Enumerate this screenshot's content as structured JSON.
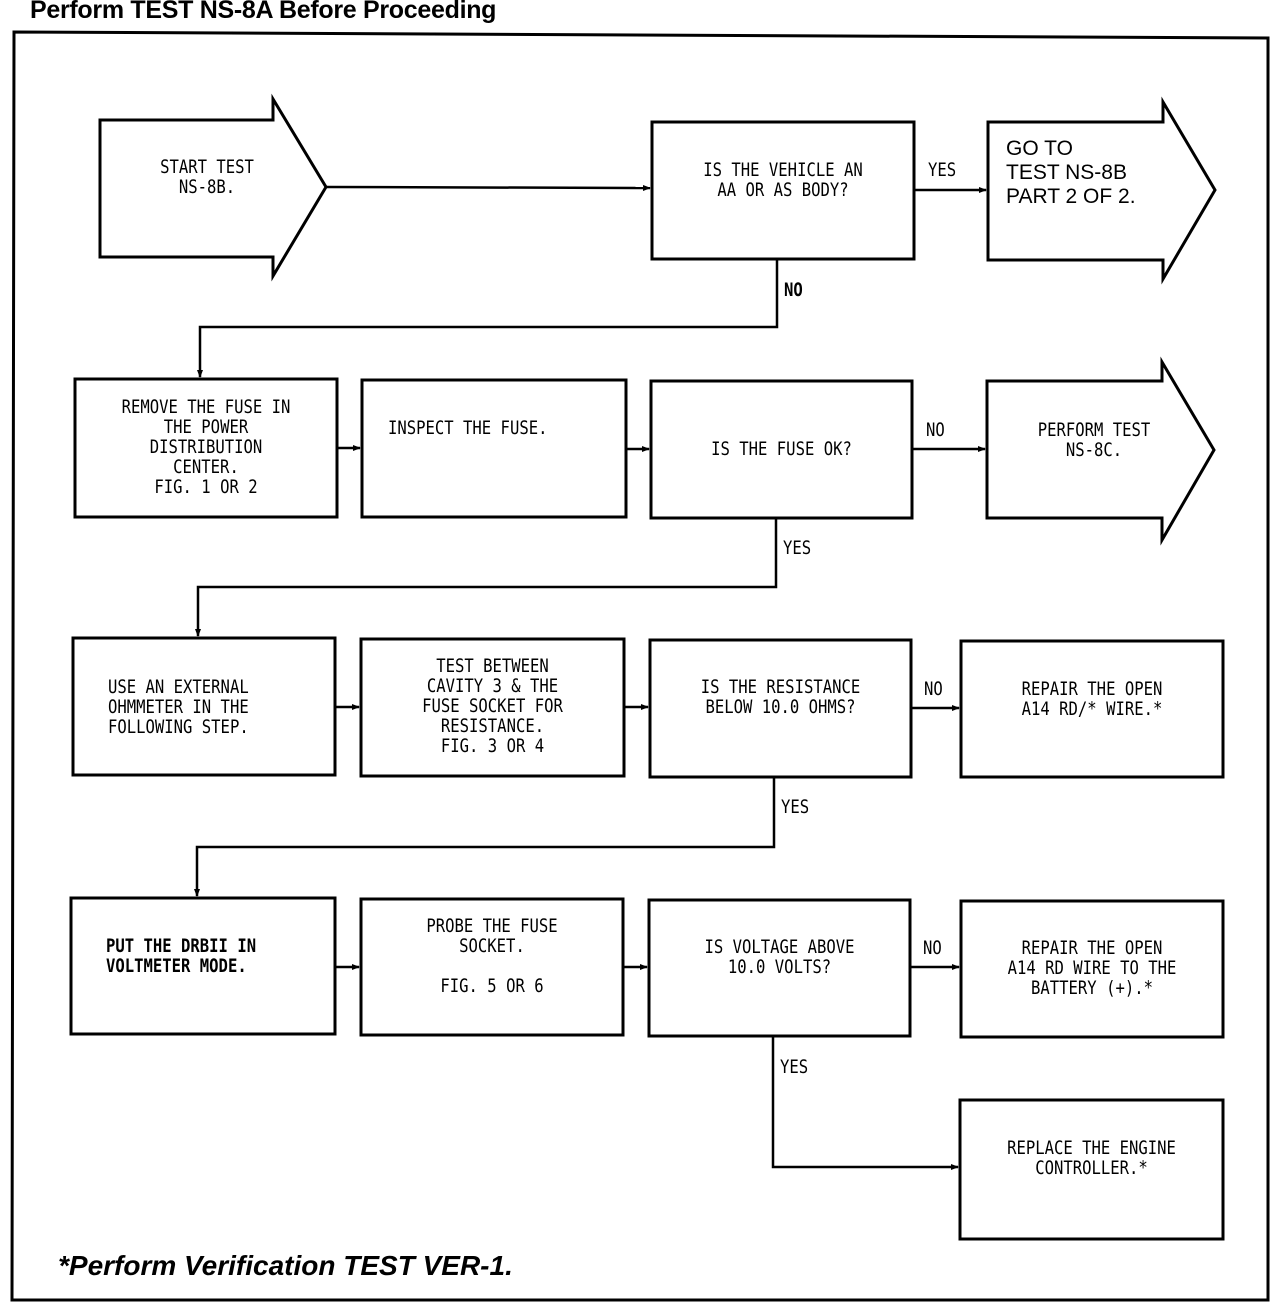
{
  "header": {
    "title": "Perform TEST NS-8A Before Proceeding"
  },
  "footer": {
    "note": "*Perform Verification TEST VER-1."
  },
  "nodes": {
    "start": {
      "type": "start-arrow",
      "text": "START TEST\nNS-8B."
    },
    "q_body": {
      "type": "decision",
      "text": "IS THE VEHICLE AN\nAA OR AS BODY?"
    },
    "goto_part2": {
      "type": "goto-arrow",
      "text": "GO TO\nTEST NS-8B\nPART 2 OF 2."
    },
    "remove_fuse": {
      "type": "action",
      "text": "REMOVE THE FUSE IN\nTHE POWER\nDISTRIBUTION\nCENTER.\nFIG. 1 OR 2"
    },
    "inspect_fuse": {
      "type": "action",
      "text": "INSPECT THE FUSE."
    },
    "q_fuse_ok": {
      "type": "decision",
      "text": "IS THE FUSE OK?"
    },
    "goto_ns8c": {
      "type": "goto-arrow",
      "text": "PERFORM TEST\nNS-8C."
    },
    "use_ohmmeter": {
      "type": "action",
      "text": "USE AN EXTERNAL\nOHMMETER IN THE\nFOLLOWING STEP."
    },
    "test_cavity": {
      "type": "action",
      "text": "TEST BETWEEN\nCAVITY 3 & THE\nFUSE SOCKET FOR\nRESISTANCE.\nFIG. 3 OR 4"
    },
    "q_resistance": {
      "type": "decision",
      "text": "IS THE RESISTANCE\nBELOW 10.0 OHMS?"
    },
    "repair_a14_rd": {
      "type": "terminal",
      "text": "REPAIR THE OPEN\nA14 RD/* WIRE.*"
    },
    "put_drbii": {
      "type": "action",
      "text": "PUT THE DRBII IN\nVOLTMETER MODE."
    },
    "probe_socket": {
      "type": "action",
      "text": "PROBE THE FUSE\nSOCKET.\n\nFIG. 5 OR 6"
    },
    "q_voltage": {
      "type": "decision",
      "text": "IS VOLTAGE ABOVE\n10.0 VOLTS?"
    },
    "repair_battery": {
      "type": "terminal",
      "text": "REPAIR THE OPEN\nA14 RD WIRE TO THE\nBATTERY (+).*"
    },
    "replace_controller": {
      "type": "terminal",
      "text": "REPLACE THE ENGINE\nCONTROLLER.*"
    }
  },
  "edges": [
    {
      "from": "start",
      "to": "q_body",
      "label": ""
    },
    {
      "from": "q_body",
      "to": "goto_part2",
      "label": "YES"
    },
    {
      "from": "q_body",
      "to": "remove_fuse",
      "label": "NO"
    },
    {
      "from": "remove_fuse",
      "to": "inspect_fuse",
      "label": ""
    },
    {
      "from": "inspect_fuse",
      "to": "q_fuse_ok",
      "label": ""
    },
    {
      "from": "q_fuse_ok",
      "to": "goto_ns8c",
      "label": "NO"
    },
    {
      "from": "q_fuse_ok",
      "to": "use_ohmmeter",
      "label": "YES"
    },
    {
      "from": "use_ohmmeter",
      "to": "test_cavity",
      "label": ""
    },
    {
      "from": "test_cavity",
      "to": "q_resistance",
      "label": ""
    },
    {
      "from": "q_resistance",
      "to": "repair_a14_rd",
      "label": "NO"
    },
    {
      "from": "q_resistance",
      "to": "put_drbii",
      "label": "YES"
    },
    {
      "from": "put_drbii",
      "to": "probe_socket",
      "label": ""
    },
    {
      "from": "probe_socket",
      "to": "q_voltage",
      "label": ""
    },
    {
      "from": "q_voltage",
      "to": "repair_battery",
      "label": "NO"
    },
    {
      "from": "q_voltage",
      "to": "replace_controller",
      "label": "YES"
    }
  ]
}
